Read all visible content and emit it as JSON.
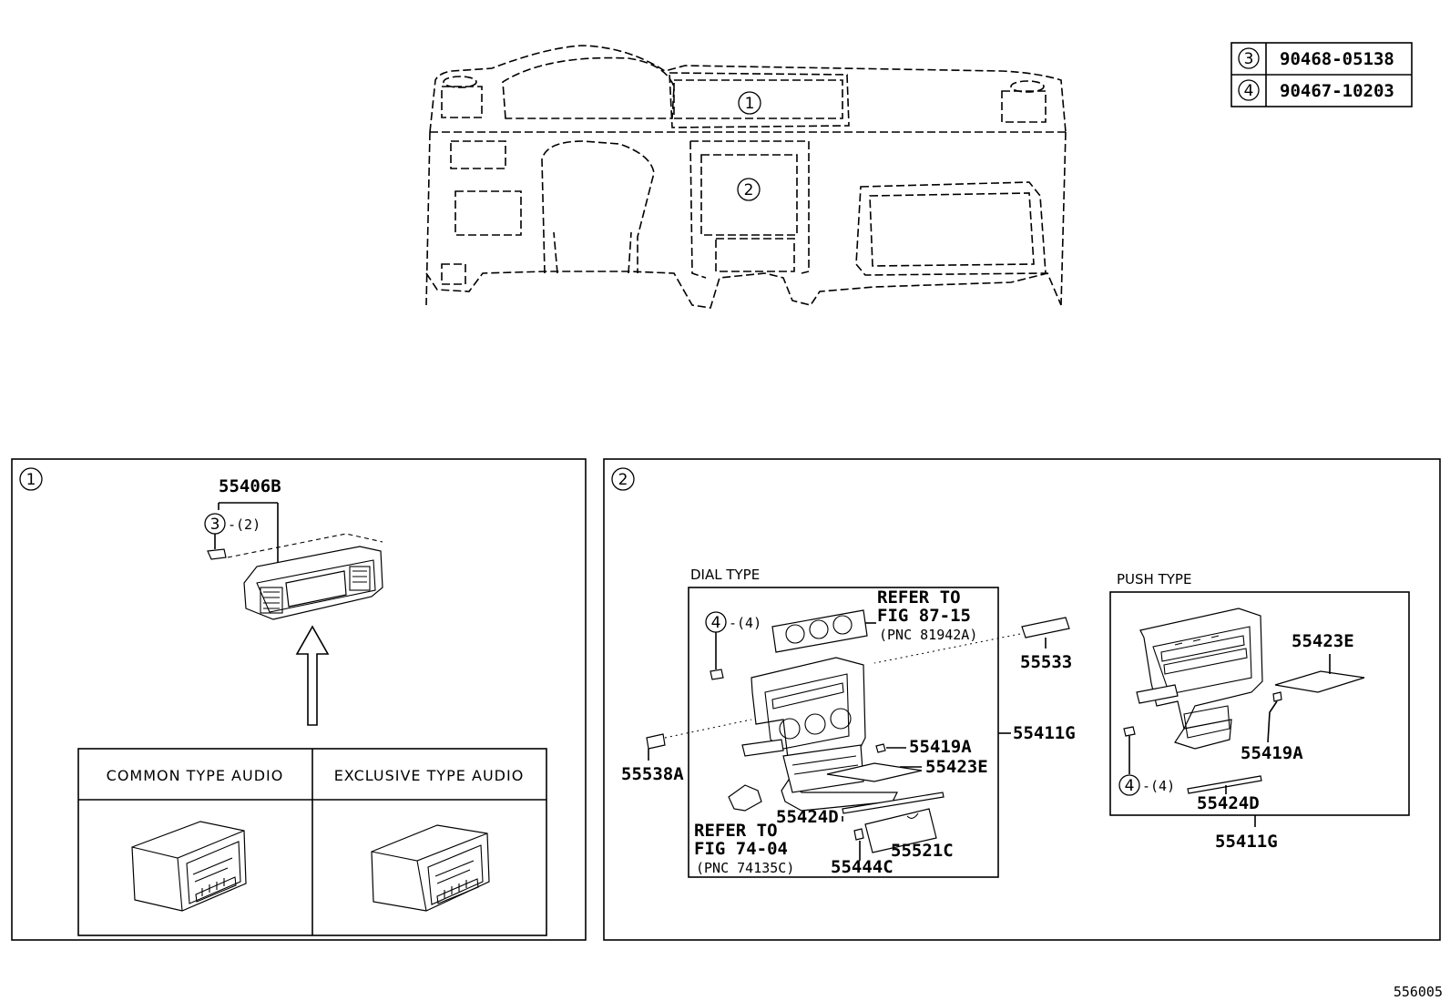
{
  "legend_table": {
    "rows": [
      {
        "key": "3",
        "part": "90468-05138"
      },
      {
        "key": "4",
        "part": "90467-10203"
      }
    ]
  },
  "dashboard": {
    "callout_1": "1",
    "callout_2": "2"
  },
  "panel_1": {
    "number": "1",
    "part_bezel": "55406B",
    "screw_key": "3",
    "screw_qty": "-(2)",
    "audio_table": {
      "headers": [
        "COMMON TYPE AUDIO",
        "EXCLUSIVE TYPE AUDIO"
      ]
    }
  },
  "panel_2": {
    "number": "2",
    "dial_type": {
      "title": "DIAL TYPE",
      "screw_key": "4",
      "screw_qty": "-(4)",
      "refer_a": [
        "REFER TO",
        "FIG 87-15",
        "(PNC 81942A)"
      ],
      "refer_b": [
        "REFER TO",
        "FIG 74-04",
        "(PNC 74135C)"
      ],
      "parts": [
        "55419A",
        "55423E",
        "55424D",
        "55521C",
        "55444C"
      ]
    },
    "outside_parts": {
      "p55533": "55533",
      "p55538A": "55538A",
      "p55411G_dial": "55411G"
    },
    "push_type": {
      "title": "PUSH TYPE",
      "screw_key": "4",
      "screw_qty": "-(4)",
      "parts": [
        "55423E",
        "55419A",
        "55424D"
      ],
      "assembly": "55411G"
    }
  },
  "figure_id": "556005"
}
